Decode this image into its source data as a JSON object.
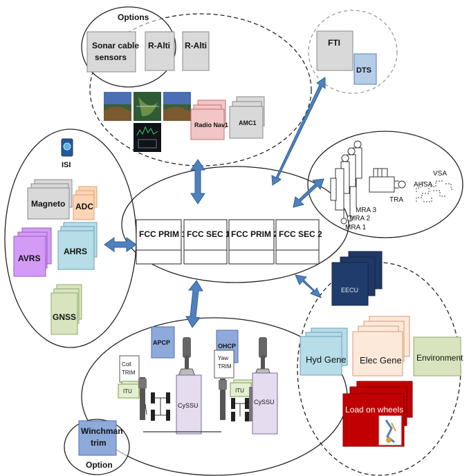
{
  "labels": {
    "options": "Options",
    "sonar": "Sonar cable",
    "sensors": "sensors",
    "ralti_1": "R-Alti",
    "ralti_2": "R-Alti",
    "radio_nav": "Radio Nav1",
    "amc1": "AMC1",
    "fti": "FTI",
    "dts": "DTS",
    "isi": "ISI",
    "magneto": "Magneto",
    "adc": "ADC",
    "avrs": "AVRS",
    "ahrs": "AHRS",
    "gnss": "GNSS",
    "fcc_prim1": "FCC PRIM 1",
    "fcc_sec1": "FCC SEC 1",
    "fcc_prim2": "FCC PRIM 2",
    "fcc_sec2": "FCC SEC 2",
    "mra3": "MRA 3",
    "mra2": "MRA 2",
    "mra1": "MRA 1",
    "tra": "TRA",
    "ahsa": "AHSA",
    "vsa": "VSA",
    "eecu": "EECU",
    "hyd_gene": "Hyd Gene",
    "elec_gene": "Elec Gene",
    "environment": "Environment",
    "load_on_wheels": "Load on wheels",
    "apcp": "APCP",
    "ohcp": "OHCP",
    "coll": "Coll",
    "trim1": "TRIM",
    "yaw": "Yaw",
    "trim2": "TRIM",
    "itu1": "ITU",
    "itu2": "ITU",
    "cyssu1": "CySSU",
    "cyssu2": "CySSU",
    "winchman": "Winchman",
    "trim_option": "trim",
    "option": "Option"
  },
  "colors": {
    "arrow": "#4f81bd",
    "gray_box": "#d9d9d9",
    "pink_box": "#f2c6c6",
    "orange_box": "#fbd5b5",
    "purple_box": "#d39bf5",
    "teal_box": "#b6dde8",
    "green_box": "#d7e4bd",
    "blue_box": "#8eaadb",
    "navy_box": "#1f3864",
    "red_box": "#c00000"
  }
}
